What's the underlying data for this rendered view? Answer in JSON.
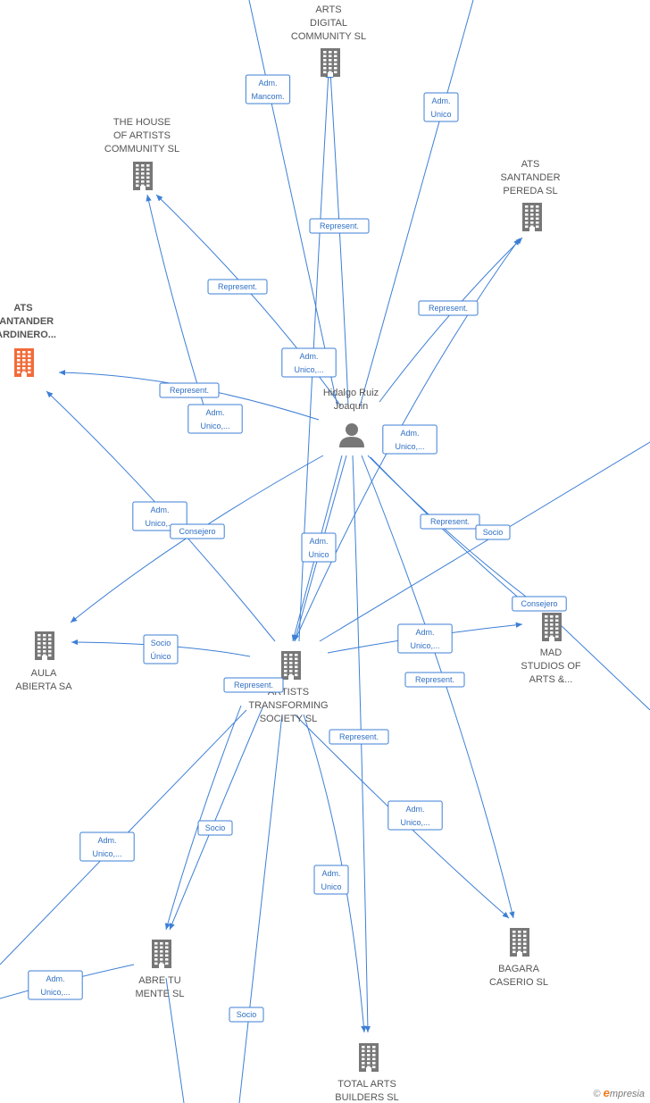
{
  "colors": {
    "edge": "#3d7fd6",
    "company_icon": "#777777",
    "highlight_icon": "#f26b3a",
    "person_icon": "#777777"
  },
  "nodes": {
    "arts_digital": {
      "label": [
        "ARTS",
        "DIGITAL",
        "COMMUNITY  SL"
      ],
      "icon": "building-icon"
    },
    "house_of_artists": {
      "label": [
        "THE HOUSE",
        "OF ARTISTS",
        "COMMUNITY  SL"
      ],
      "icon": "building-icon"
    },
    "ats_pereda": {
      "label": [
        "ATS",
        "SANTANDER",
        "PEREDA  SL"
      ],
      "icon": "building-icon"
    },
    "ats_jardinero": {
      "label": [
        "ATS",
        "SANTANDER",
        "JARDINERO..."
      ],
      "icon": "building-icon",
      "highlight": true
    },
    "hidalgo": {
      "label": [
        "Hidalgo Ruiz",
        "Joaquin"
      ],
      "icon": "person-icon"
    },
    "aula_abierta": {
      "label": [
        "AULA",
        "ABIERTA SA"
      ],
      "icon": "building-icon"
    },
    "mad_studios": {
      "label": [
        "MAD",
        "STUDIOS OF",
        "ARTS &..."
      ],
      "icon": "building-icon"
    },
    "artists_transforming": {
      "label": [
        "ARTISTS",
        "TRANSFORMING",
        "SOCIETY  SL"
      ],
      "icon": "building-icon"
    },
    "abre_tu_mente": {
      "label": [
        "ABRE TU",
        "MENTE  SL"
      ],
      "icon": "building-icon"
    },
    "bagara": {
      "label": [
        "BAGARA",
        "CASERIO  SL"
      ],
      "icon": "building-icon"
    },
    "total_arts": {
      "label": [
        "TOTAL ARTS",
        "BUILDERS  SL"
      ],
      "icon": "building-icon"
    }
  },
  "edge_labels": [
    [
      "Adm.",
      "Mancom."
    ],
    [
      "Adm.",
      "Unico"
    ],
    [
      "Represent."
    ],
    [
      "Represent."
    ],
    [
      "Represent."
    ],
    [
      "Adm.",
      "Unico,..."
    ],
    [
      "Represent."
    ],
    [
      "Adm.",
      "Unico,..."
    ],
    [
      "Adm.",
      "Unico,..."
    ],
    [
      "Adm.",
      "Unico,..."
    ],
    [
      "Consejero"
    ],
    [
      "Adm.",
      "Unico"
    ],
    [
      "Represent."
    ],
    [
      "Socio"
    ],
    [
      "Consejero"
    ],
    [
      "Socio",
      "Único"
    ],
    [
      "Adm.",
      "Unico,..."
    ],
    [
      "Represent."
    ],
    [
      "Represent."
    ],
    [
      "Represent."
    ],
    [
      "Adm.",
      "Unico,..."
    ],
    [
      "Socio"
    ],
    [
      "Adm.",
      "Unico,..."
    ],
    [
      "Adm.",
      "Unico"
    ],
    [
      "Adm.",
      "Unico,..."
    ],
    [
      "Socio"
    ]
  ],
  "brand": {
    "copyright": "©",
    "e": "e",
    "rest": "mpresia"
  }
}
